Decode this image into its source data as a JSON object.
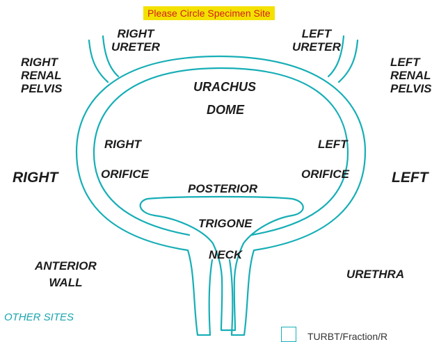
{
  "banner": {
    "text": "Please Circle Specimen Site"
  },
  "labels": {
    "right_ureter": [
      "RIGHT",
      "URETER"
    ],
    "left_ureter": [
      "LEFT",
      "URETER"
    ],
    "right_renal_pelvis": [
      "RIGHT",
      "RENAL",
      "PELVIS"
    ],
    "left_renal_pelvis": [
      "LEFT",
      "RENAL",
      "PELVIS"
    ],
    "urachus": "URACHUS",
    "dome": "DOME",
    "right_orifice": [
      "RIGHT",
      "ORIFICE"
    ],
    "left_orifice": [
      "LEFT",
      "ORIFICE"
    ],
    "right_side": "RIGHT",
    "left_side": "LEFT",
    "posterior": "POSTERIOR",
    "trigone": "TRIGONE",
    "neck": "NECK",
    "anterior_wall": [
      "ANTERIOR",
      "WALL"
    ],
    "urethra": "URETHRA"
  },
  "other_sites": {
    "heading": "OTHER SITES",
    "first_option_partial": "TURBT/Fraction/R"
  },
  "colors": {
    "outline": "#16aeb6",
    "banner_bg": "#f3e100",
    "banner_text": "#d2201b",
    "label_text": "#1c1c1c",
    "heading_text": "#1aa5ad"
  }
}
